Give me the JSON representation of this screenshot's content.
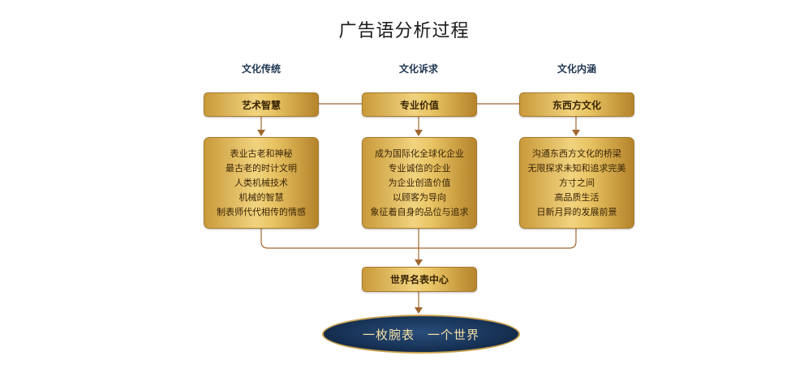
{
  "title": "广告语分析过程",
  "columns": [
    {
      "label": "文化传统",
      "header": "艺术智慧",
      "items": [
        "表业古老和神秘",
        "最古老的时计文明",
        "人类机械技术",
        "机械的智慧",
        "制表师代代相传的情感"
      ]
    },
    {
      "label": "文化诉求",
      "header": "专业价值",
      "items": [
        "成为国际化全球化企业",
        "专业诚信的企业",
        "为企业创造价值",
        "以顾客为导向",
        "象征着自身的品位与追求"
      ]
    },
    {
      "label": "文化内涵",
      "header": "东西方文化",
      "items": [
        "沟通东西方文化的桥梁",
        "无限探求未知和追求完美",
        "方寸之间",
        "高品质生活",
        "日新月异的发展前景"
      ]
    }
  ],
  "merge": "世界名表中心",
  "final": "一枚腕表　一个世界"
}
